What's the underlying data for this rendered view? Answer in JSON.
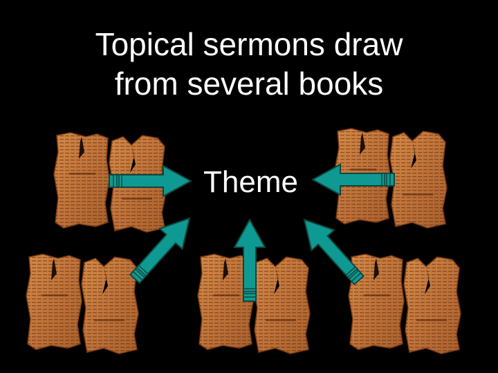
{
  "slide": {
    "title_line1": "Topical sermons draw",
    "title_line2": "from several books",
    "center_label": "Theme"
  },
  "colors": {
    "background": "#000000",
    "text": "#ffffff",
    "arrow_fill": "#0e9a92",
    "arrow_stroke": "#10463f",
    "papyrus": "#c87d3d",
    "papyrus_dark": "#8a4a1c"
  },
  "scrolls": [
    {
      "name": "scroll-top-left",
      "points_to": "theme"
    },
    {
      "name": "scroll-top-right",
      "points_to": "theme"
    },
    {
      "name": "scroll-bottom-left",
      "points_to": "theme"
    },
    {
      "name": "scroll-bottom-center",
      "points_to": "theme"
    },
    {
      "name": "scroll-bottom-right",
      "points_to": "theme"
    }
  ]
}
